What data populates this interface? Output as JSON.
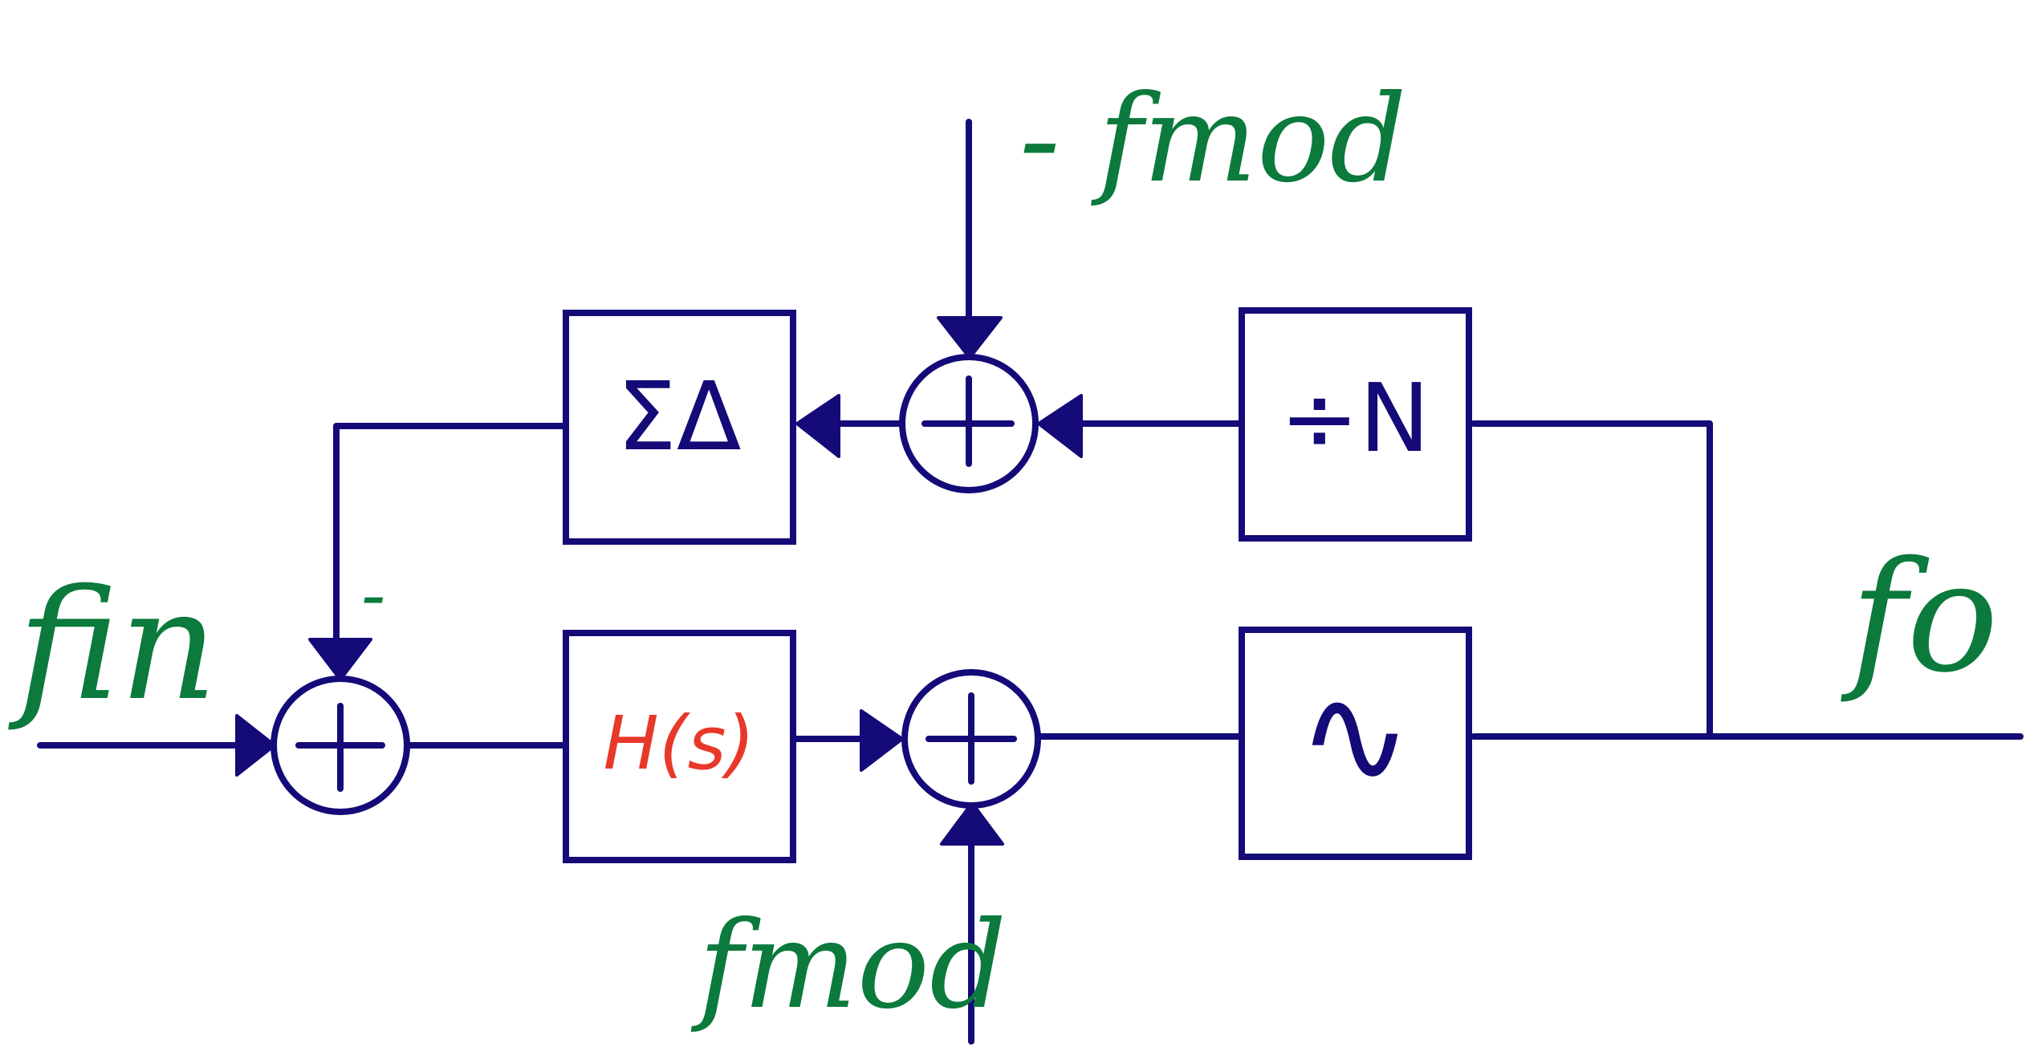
{
  "colors": {
    "line": "#140a78",
    "transfer_function": "#e8382a",
    "annotation": "#0b7a3c"
  },
  "blocks": {
    "sigma_delta": {
      "label": "ΣΔ"
    },
    "divider": {
      "label": "÷N"
    },
    "loop_filter": {
      "label": "H(s)"
    },
    "vco": {
      "label": "∿"
    }
  },
  "signals": {
    "input": "fin",
    "output": "fo",
    "mod_top": "- fmod",
    "mod_bottom": "fmod",
    "feedback_sign": "-"
  }
}
